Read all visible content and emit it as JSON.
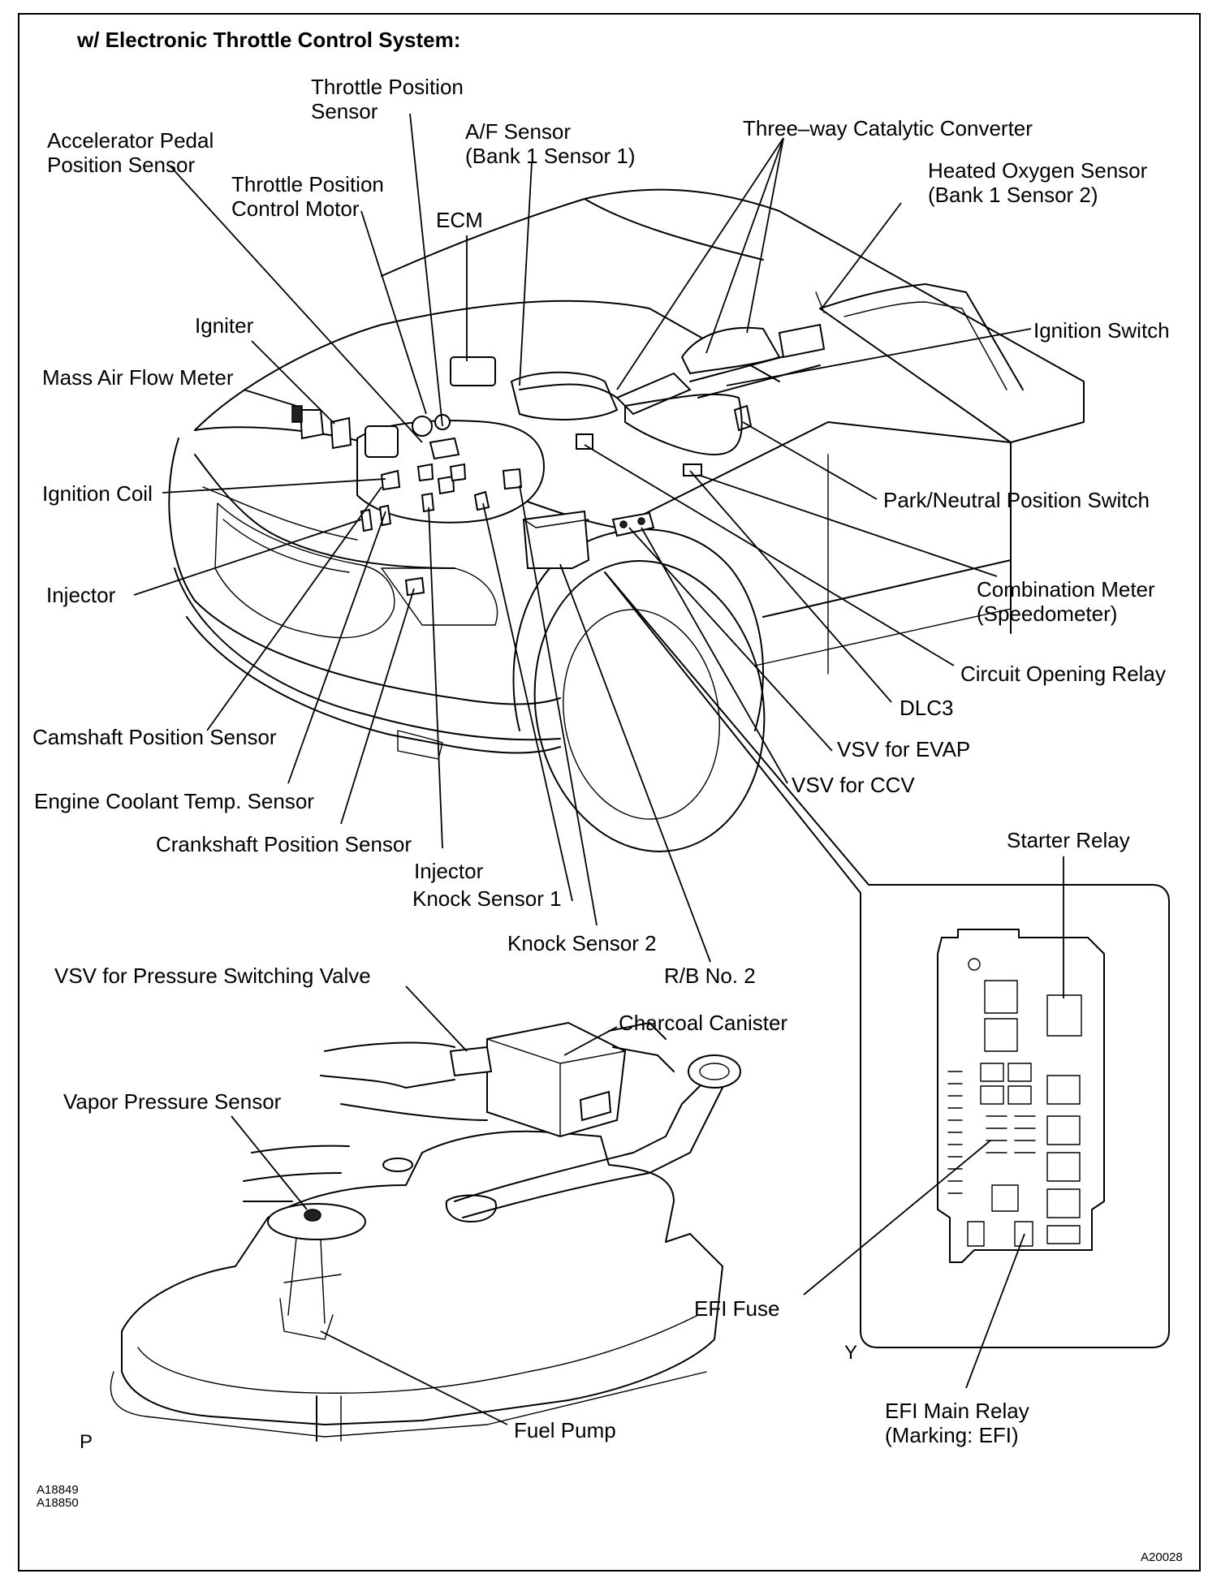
{
  "title": "w/ Electronic Throttle Control System:",
  "labels": {
    "throttle_position_sensor": "Throttle Position\nSensor",
    "af_sensor": "A/F Sensor\n(Bank 1 Sensor 1)",
    "three_way_catalytic_converter": "Three–way Catalytic Converter",
    "accelerator_pedal_position_sensor": "Accelerator Pedal\nPosition Sensor",
    "heated_oxygen_sensor": "Heated Oxygen Sensor\n(Bank 1 Sensor 2)",
    "throttle_position_control_motor": "Throttle Position\nControl Motor",
    "ecm": "ECM",
    "igniter": "Igniter",
    "ignition_switch": "Ignition Switch",
    "mass_air_flow_meter": "Mass Air Flow Meter",
    "ignition_coil": "Ignition Coil",
    "park_neutral_position_switch": "Park/Neutral Position Switch",
    "injector_left": "Injector",
    "combination_meter": "Combination Meter\n(Speedometer)",
    "circuit_opening_relay": "Circuit Opening Relay",
    "dlc3": "DLC3",
    "camshaft_position_sensor": "Camshaft Position Sensor",
    "vsv_for_evap": "VSV for EVAP",
    "engine_coolant_temp_sensor": "Engine Coolant Temp. Sensor",
    "vsv_for_ccv": "VSV for CCV",
    "crankshaft_position_sensor": "Crankshaft Position Sensor",
    "starter_relay": "Starter Relay",
    "injector_center": "Injector",
    "knock_sensor_1": "Knock Sensor 1",
    "knock_sensor_2": "Knock Sensor 2",
    "rb_no2": "R/B No. 2",
    "vsv_pressure_switching_valve": "VSV for Pressure Switching Valve",
    "charcoal_canister": "Charcoal Canister",
    "vapor_pressure_sensor": "Vapor Pressure Sensor",
    "efi_fuse": "EFI Fuse",
    "efi_main_relay": "EFI Main Relay\n(Marking: EFI)",
    "fuel_pump": "Fuel Pump",
    "view_y": "Y",
    "view_p": "P",
    "figure_codes": "A18849\nA18850",
    "figure_id": "A20028"
  }
}
